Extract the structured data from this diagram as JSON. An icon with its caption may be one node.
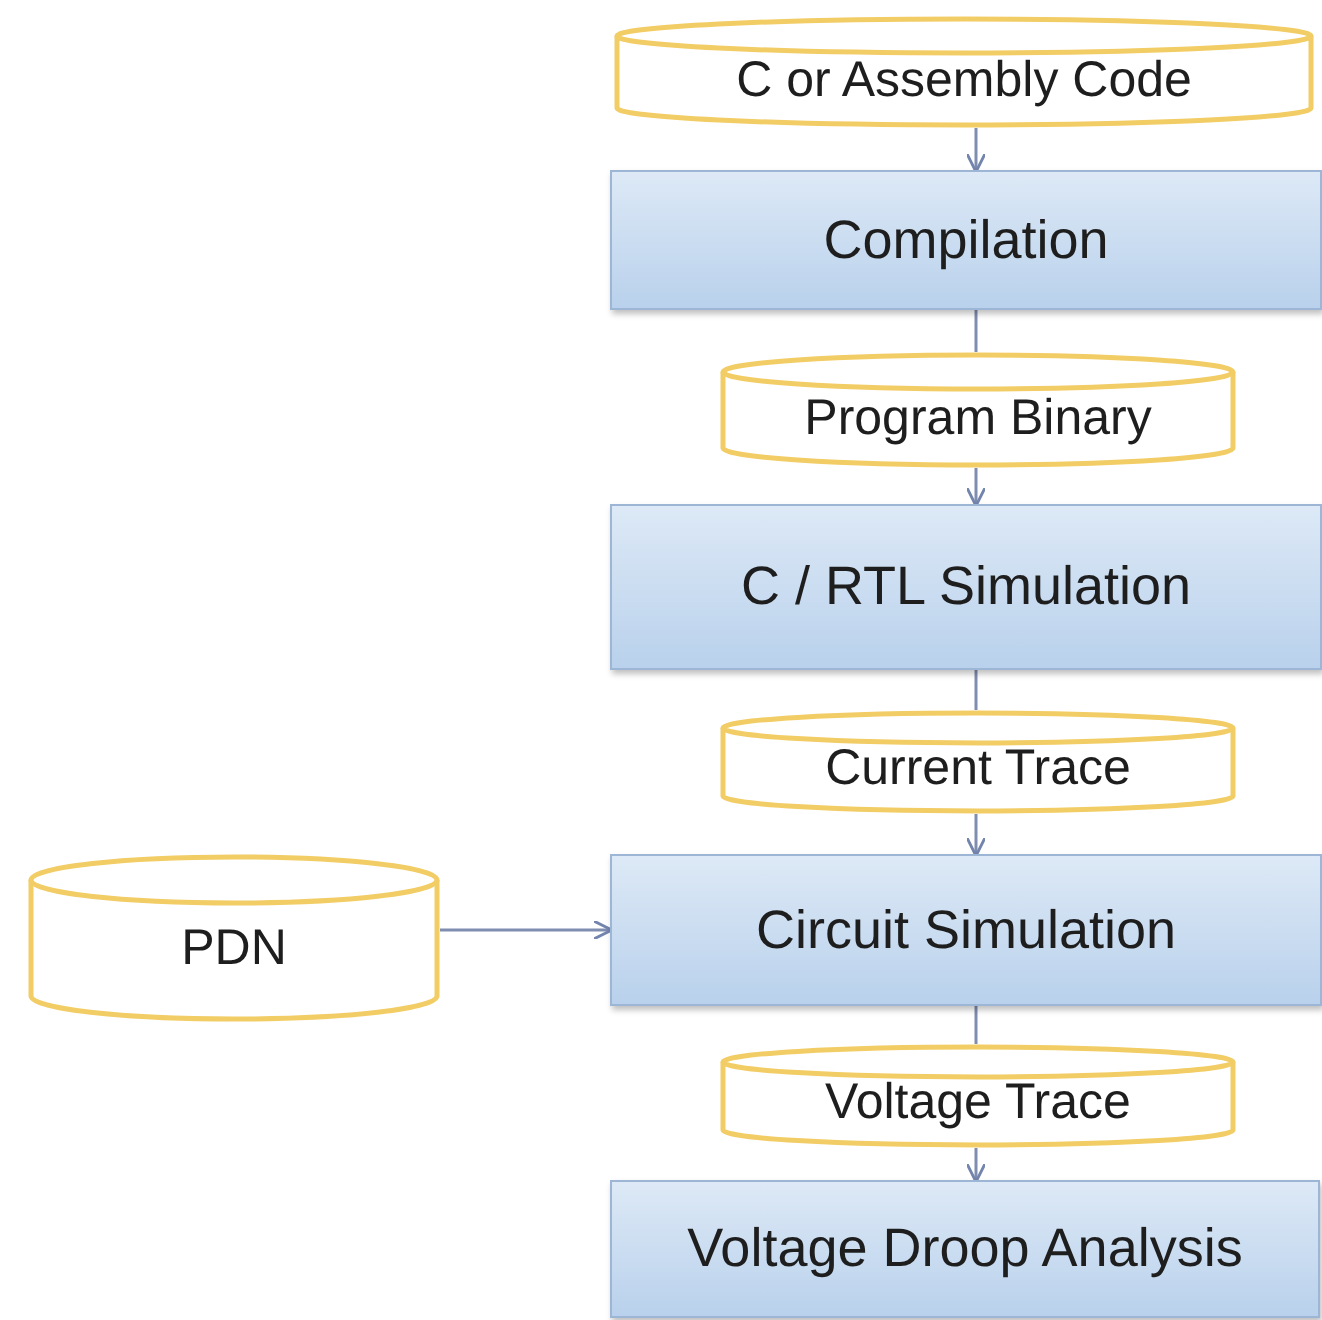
{
  "diagram": {
    "nodes": [
      {
        "text": [
          "C or Assembly Code"
        ]
      },
      {
        "text": [
          "Compilation"
        ]
      },
      {
        "text": [
          "Program Binary"
        ]
      },
      {
        "text": [
          "C / RTL Simulation"
        ]
      },
      {
        "text": [
          "Current Trace"
        ]
      },
      {
        "text": [
          "Circuit Simulation"
        ]
      },
      {
        "text": [
          "PDN"
        ]
      },
      {
        "text": [
          "Voltage Trace"
        ]
      },
      {
        "text": [
          "Voltage Droop Analysis"
        ]
      }
    ],
    "edges": [
      {
        "from": 0,
        "to": 1,
        "arrow": "to"
      },
      {
        "from": 1,
        "to": 2,
        "arrow": "none"
      },
      {
        "from": 2,
        "to": 3,
        "arrow": "to"
      },
      {
        "from": 3,
        "to": 4,
        "arrow": "none"
      },
      {
        "from": 4,
        "to": 5,
        "arrow": "to"
      },
      {
        "from": 6,
        "to": 5,
        "arrow": "to"
      },
      {
        "from": 5,
        "to": 7,
        "arrow": "none"
      },
      {
        "from": 7,
        "to": 8,
        "arrow": "to"
      }
    ]
  }
}
